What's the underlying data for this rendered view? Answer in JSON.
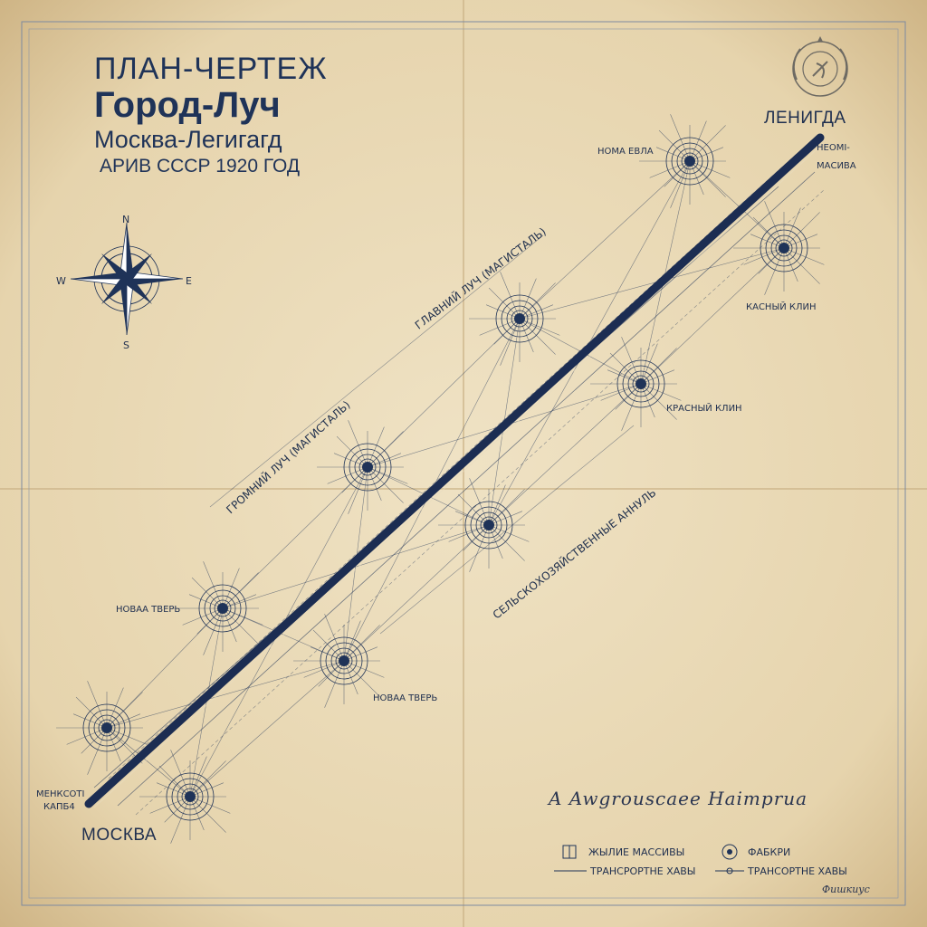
{
  "title": {
    "line1": "ПЛАН-ЧЕРТЕЖ",
    "line2": "Город-Луч",
    "line3": "Москва-Легигагд",
    "line4": "АРИВ СССР 1920 ГОД"
  },
  "compass": {
    "n": "N",
    "s": "S",
    "w": "W",
    "e": "E"
  },
  "cities": {
    "moscow": "МОСКВА",
    "leningrad": "ЛЕНИГДА"
  },
  "labels": {
    "top_node": "НОМА ЕВЛА",
    "right_top_1": "НЕОМI-",
    "right_top_2": "МАСИВА",
    "right_mid": "КАСНЫЙ КЛИН",
    "center_right": "КРАСНЫЙ КЛИН",
    "left_mid": "НОВАА ТВЕРЬ",
    "bottom_mid": "НОВАА ТВЕРЬ",
    "bottom_left_1": "МЕНКСОТI",
    "bottom_left_2": "КАПБ4"
  },
  "rotated_labels": {
    "upper": "ГЛАВНИЙ ЛУЧ (МАГИСТАЛЬ)",
    "middle": "ГРОМНИЙ ЛУЧ (МАГИСТАЛЬ)",
    "lower": "СЕЛЬСКОХОЗЯЙСТВЕННЫЕ АННУЛЬ"
  },
  "signature": "A Awgrouscaee Haimprua",
  "stamp": "Фишкиус",
  "legend": {
    "residential": "ЖЫЛИЕ МАССИВЫ",
    "factories": "ФАБКРИ",
    "transport_1": "ТРАНСРОРТНЕ ХАВЫ",
    "transport_2": "ТРАНСОРТНЕ ХАВЫ"
  },
  "colors": {
    "paper": "#e9d9b6",
    "ink": "#1f3358",
    "axis": "#1c2d52"
  }
}
